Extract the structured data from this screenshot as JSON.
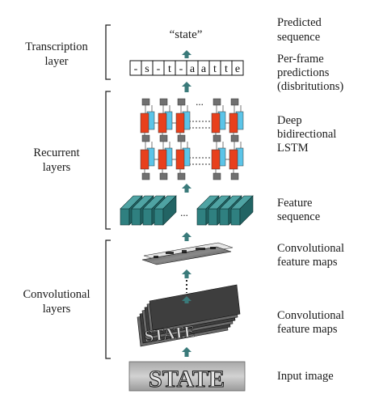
{
  "left_groups": {
    "transcription": {
      "line1": "Transcription",
      "line2": "layer"
    },
    "recurrent": {
      "line1": "Recurrent",
      "line2": "layers"
    },
    "convolutional": {
      "line1": "Convolutional",
      "line2": "layers"
    }
  },
  "right_labels": {
    "predicted": {
      "line1": "Predicted",
      "line2": "sequence"
    },
    "per_frame": {
      "line1": "Per-frame",
      "line2": "predictions",
      "line3": "(disbritutions)"
    },
    "lstm": {
      "line1": "Deep",
      "line2": "bidirectional",
      "line3": "LSTM"
    },
    "feature_seq": {
      "line1": "Feature",
      "line2": "sequence"
    },
    "conv_maps_top": {
      "line1": "Convolutional",
      "line2": "feature maps"
    },
    "conv_maps_bottom": {
      "line1": "Convolutional",
      "line2": "feature maps"
    },
    "input": {
      "line1": "Input image"
    }
  },
  "output_text": "“state”",
  "frame_chars": [
    "-",
    "s",
    "-",
    "t",
    "-",
    "a",
    "a",
    "t",
    "t",
    "e"
  ],
  "input_word": "STATE",
  "conv_word": "STATE",
  "ellipsis": "...",
  "colors": {
    "arrow": "#3a7a7a",
    "lstm_orange": "#e8401c",
    "lstm_blue": "#5bc4e8",
    "lstm_gray": "#707070",
    "feature_teal": "#2f8080",
    "bracket": "#222222"
  }
}
